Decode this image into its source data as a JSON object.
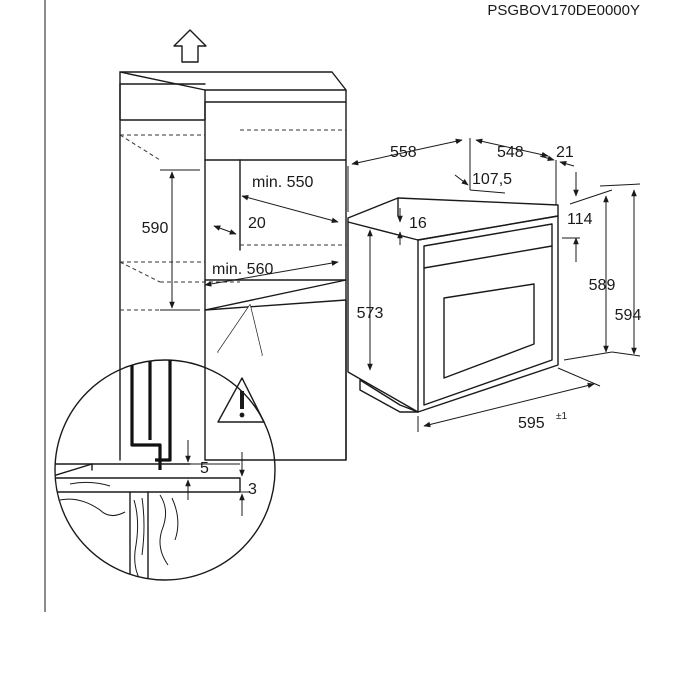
{
  "model_code": "PSGBOV170DE0000Y",
  "icons": {
    "up_arrow": "up-arrow-icon",
    "warning": "warning-triangle-icon"
  },
  "dimensions": {
    "cabinet_height": "590",
    "cabinet_min_width": "min. 550",
    "cabinet_min_depth": "min. 560",
    "cabinet_gap": "20",
    "oven_depth_total": "558",
    "oven_body_depth": "548",
    "front_thickness": "21",
    "mount_offset": "107,5",
    "top_gap": "16",
    "control_panel_height": "114",
    "body_height": "573",
    "oven_height_inner": "589",
    "oven_height_total": "594",
    "oven_width": "595",
    "oven_width_tolerance": "±1",
    "detail_gap": "5",
    "detail_offset": "3"
  }
}
